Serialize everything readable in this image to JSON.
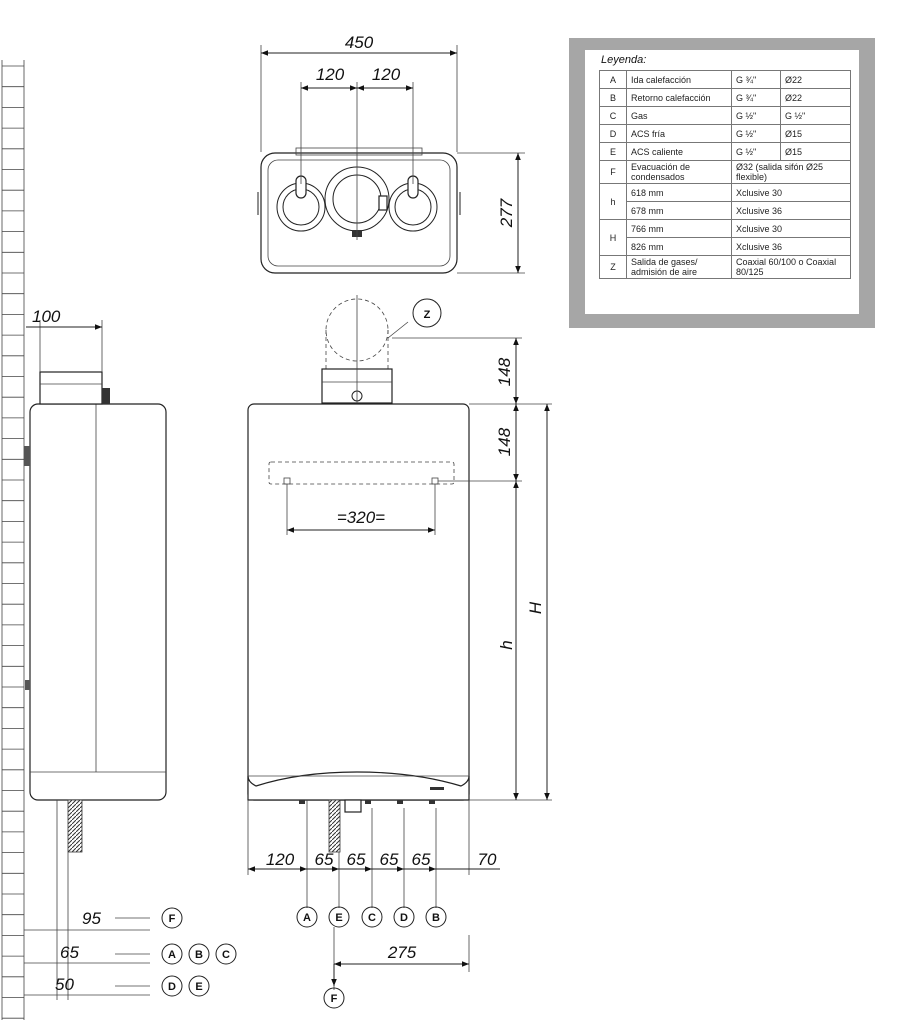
{
  "top_view": {
    "width": "450",
    "left_offset": "120",
    "right_offset": "120",
    "depth": "277"
  },
  "side_view": {
    "top_dim": "100",
    "dims": [
      "95",
      "65",
      "50"
    ]
  },
  "front_view": {
    "flue_marker": "Z",
    "flue_height_1": "148",
    "flue_height_2": "148",
    "bracket_width": "=320=",
    "height_H": "H",
    "height_h": "h",
    "bottom_dims": [
      "120",
      "65",
      "65",
      "65",
      "65",
      "70"
    ],
    "lower_dim": "275"
  },
  "connections": {
    "side_row1": [
      "F"
    ],
    "side_row2": [
      "A",
      "B",
      "C"
    ],
    "side_row3": [
      "D",
      "E"
    ],
    "front_row": [
      "A",
      "E",
      "C",
      "D",
      "B"
    ],
    "front_bottom": [
      "F"
    ]
  },
  "legend": {
    "title": "Leyenda:",
    "rows": [
      {
        "code": "A",
        "desc": "Ida calefacción",
        "conn": "G ¾\"",
        "diam": "Ø22"
      },
      {
        "code": "B",
        "desc": "Retorno calefacción",
        "conn": "G ¾\"",
        "diam": "Ø22"
      },
      {
        "code": "C",
        "desc": "Gas",
        "conn": "G ½\"",
        "diam": "G ½\""
      },
      {
        "code": "D",
        "desc": "ACS fría",
        "conn": "G ½\"",
        "diam": "Ø15"
      },
      {
        "code": "E",
        "desc": "ACS caliente",
        "conn": "G ½\"",
        "diam": "Ø15"
      }
    ],
    "row_F": {
      "code": "F",
      "desc": "Evacuación de condensados",
      "value": "Ø32 (salida sifón Ø25 flexible)"
    },
    "row_h": {
      "code": "h",
      "values": [
        {
          "mm": "618 mm",
          "model": "Xclusive 30"
        },
        {
          "mm": "678 mm",
          "model": "Xclusive 36"
        }
      ]
    },
    "row_H": {
      "code": "H",
      "values": [
        {
          "mm": "766 mm",
          "model": "Xclusive 30"
        },
        {
          "mm": "826 mm",
          "model": "Xclusive 36"
        }
      ]
    },
    "row_Z": {
      "code": "Z",
      "desc": "Salida de gases/ admisión de aire",
      "value": "Coaxial 60/100 o Coaxial 80/125"
    }
  }
}
